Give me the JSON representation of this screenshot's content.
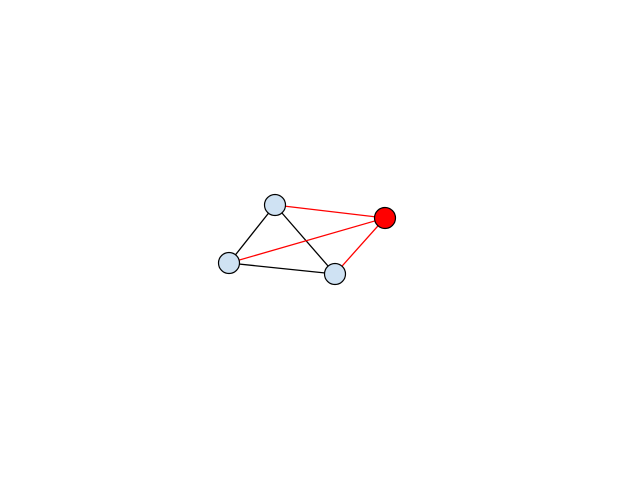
{
  "graph": {
    "nodes": [
      {
        "id": 0,
        "fill": "#cfe2f3"
      },
      {
        "id": 1,
        "fill": "#cfe2f3"
      },
      {
        "id": 2,
        "fill": "#cfe2f3"
      },
      {
        "id": 3,
        "fill": "#ff0000"
      }
    ],
    "edges": [
      {
        "source": 0,
        "target": 1,
        "color": "#000000"
      },
      {
        "source": 0,
        "target": 2,
        "color": "#000000"
      },
      {
        "source": 1,
        "target": 2,
        "color": "#000000"
      },
      {
        "source": 0,
        "target": 3,
        "color": "#ff0000"
      },
      {
        "source": 1,
        "target": 3,
        "color": "#ff0000"
      },
      {
        "source": 2,
        "target": 3,
        "color": "#ff0000"
      }
    ]
  }
}
